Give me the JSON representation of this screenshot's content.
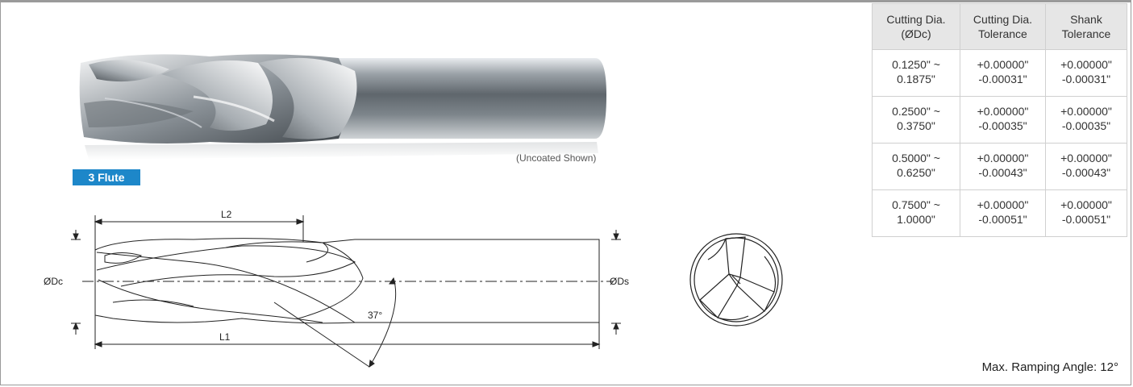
{
  "photo": {
    "caption": "(Uncoated Shown)",
    "badge": "3 Flute",
    "badge_color": "#1d87c9"
  },
  "drawing": {
    "labels": {
      "L2": "L2",
      "L1": "L1",
      "Dc": "ØDc",
      "Ds": "ØDs",
      "angle": "37°"
    }
  },
  "tolerance_table": {
    "headers": [
      [
        "Cutting Dia.",
        "(ØDc)"
      ],
      [
        "Cutting Dia.",
        "Tolerance"
      ],
      [
        "Shank",
        "Tolerance"
      ]
    ],
    "rows": [
      [
        [
          "0.1250\" ~",
          "0.1875\""
        ],
        [
          "+0.00000\"",
          "-0.00031\""
        ],
        [
          "+0.00000\"",
          "-0.00031\""
        ]
      ],
      [
        [
          "0.2500\" ~",
          "0.3750\""
        ],
        [
          "+0.00000\"",
          "-0.00035\""
        ],
        [
          "+0.00000\"",
          "-0.00035\""
        ]
      ],
      [
        [
          "0.5000\" ~",
          "0.6250\""
        ],
        [
          "+0.00000\"",
          "-0.00043\""
        ],
        [
          "+0.00000\"",
          "-0.00043\""
        ]
      ],
      [
        [
          "0.7500\" ~",
          "1.0000\""
        ],
        [
          "+0.00000\"",
          "-0.00051\""
        ],
        [
          "+0.00000\"",
          "-0.00051\""
        ]
      ]
    ]
  },
  "ramping": "Max. Ramping Angle: 12°"
}
